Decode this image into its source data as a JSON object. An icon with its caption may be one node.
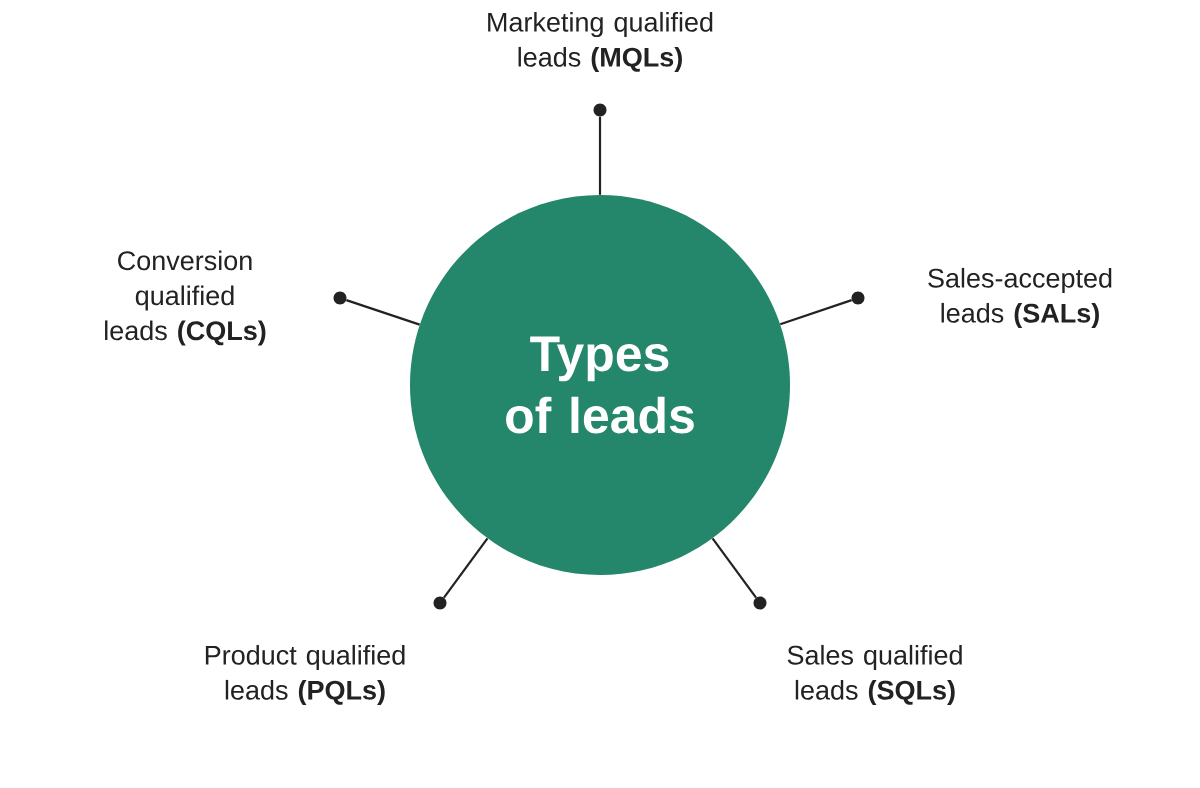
{
  "diagram": {
    "nodes": [
      {
        "text": [
          "Types of leads"
        ]
      },
      {
        "text": [],
        "shape": "circle",
        "beside": [
          "Marketing qualified leads **(MQLs)**"
        ]
      },
      {
        "text": [],
        "shape": "circle",
        "beside": [
          "Sales-accepted leads **(SALs)**"
        ]
      },
      {
        "text": [],
        "shape": "circle",
        "beside": [
          "Sales qualified leads **(SQLs)**"
        ]
      },
      {
        "text": [],
        "shape": "circle",
        "beside": [
          "Product qualified leads **(PQLs)**"
        ]
      },
      {
        "text": [],
        "shape": "circle",
        "beside": [
          "Conversion qualified leads **(CQLs)**"
        ]
      }
    ],
    "edges": [
      {
        "from": 0,
        "to": 1,
        "arrow": "none"
      },
      {
        "from": 0,
        "to": 2,
        "arrow": "none"
      },
      {
        "from": 0,
        "to": 3,
        "arrow": "none"
      },
      {
        "from": 0,
        "to": 4,
        "arrow": "none"
      },
      {
        "from": 0,
        "to": 5,
        "arrow": "none"
      }
    ]
  }
}
